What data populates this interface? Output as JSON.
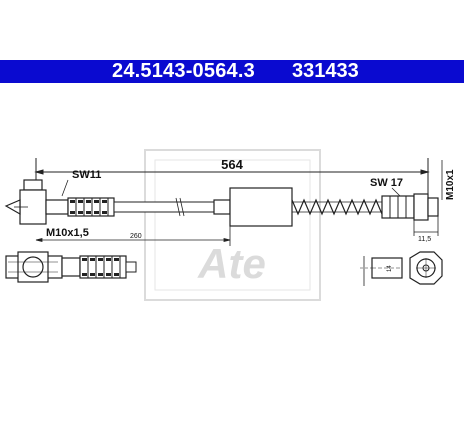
{
  "header": {
    "part_number": "24.5143-0564.3",
    "code": "331433",
    "background": "#0a0ad0",
    "text_color": "#ffffff"
  },
  "drawing": {
    "overall_length": "564",
    "left_wrench_size": "SW11",
    "right_wrench_size": "SW 17",
    "thread_left": "M10x1,5",
    "thread_right": "M10x1",
    "partial_length": "260",
    "end_offset": "11,5",
    "small_dim": "14",
    "watermark": "Ate"
  }
}
